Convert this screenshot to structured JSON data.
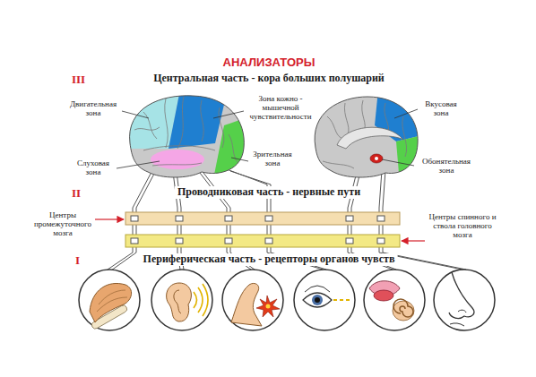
{
  "diagram": {
    "title": "АНАЛИЗАТОРЫ",
    "labels": [
      "III",
      "Центральная часть - кора больших полушарий",
      "Двигательная зона",
      "Зона кожно - мышечной чувствительности",
      "Слуховая зона",
      "Зрительная зона",
      "Вкусовая зона",
      "Обонятельная зона",
      "II",
      "Проводниковая часть - нервные пути",
      "Центры промежуточного мозга",
      "Центры спинного и ствола головного мозга",
      "I",
      "Периферическая часть - рецепторы органов чувств"
    ]
  }
}
